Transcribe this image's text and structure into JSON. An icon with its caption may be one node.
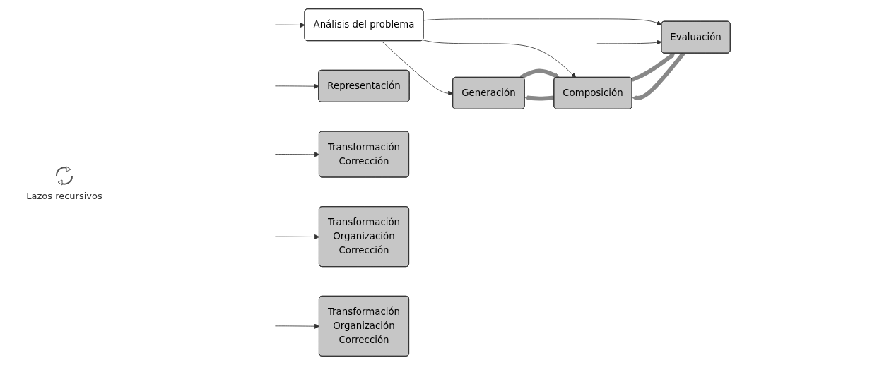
{
  "diagram": {
    "nodes": [
      {
        "text": [
          "Análisis del problema"
        ]
      },
      {
        "text": [
          "Generación"
        ]
      },
      {
        "text": [
          "Composición"
        ]
      },
      {
        "text": [
          "Evaluación"
        ]
      },
      {
        "text": [
          "Representación"
        ]
      },
      {
        "text": [
          "Transformación",
          "Corrección"
        ]
      },
      {
        "text": [
          "Transformación",
          "Organización",
          "Corrección"
        ]
      },
      {
        "text": [
          "Transformación",
          "Organización",
          "Corrección"
        ]
      }
    ],
    "edges": [
      {
        "from": null,
        "to": 0,
        "arrow": "to"
      },
      {
        "from": 0,
        "to": 1,
        "arrow": "to"
      },
      {
        "from": 0,
        "to": 2,
        "arrow": "to"
      },
      {
        "from": 0,
        "to": 3,
        "arrow": "to"
      },
      {
        "from": null,
        "to": 3,
        "arrow": "to"
      },
      {
        "from": 1,
        "to": 2,
        "arrow": "to",
        "style": "thick"
      },
      {
        "from": 2,
        "to": 1,
        "arrow": "to",
        "style": "thick"
      },
      {
        "from": 2,
        "to": 3,
        "arrow": "to",
        "style": "thick"
      },
      {
        "from": 3,
        "to": 2,
        "arrow": "to",
        "style": "thick"
      },
      {
        "from": null,
        "to": 4,
        "arrow": "to"
      },
      {
        "from": null,
        "to": 5,
        "arrow": "to"
      },
      {
        "from": null,
        "to": 6,
        "arrow": "to"
      },
      {
        "from": null,
        "to": 7,
        "arrow": "to"
      }
    ],
    "legend": [
      {
        "text": "Lazos recursivos"
      }
    ]
  }
}
